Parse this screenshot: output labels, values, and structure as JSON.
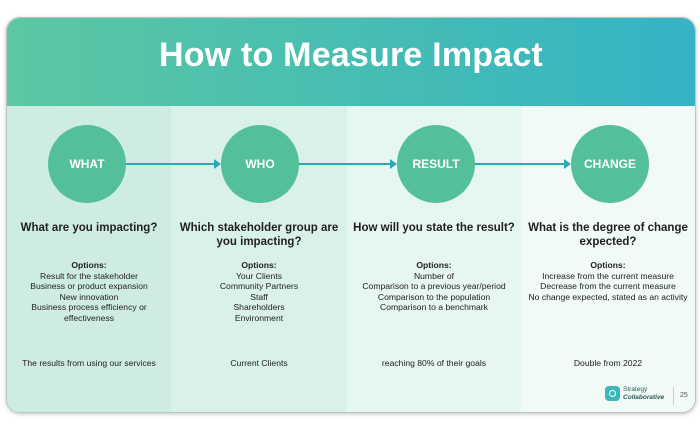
{
  "slide": {
    "title": "How to Measure Impact",
    "page_number": "25",
    "logo": {
      "line1": "Strategy",
      "line2": "Collaborative"
    }
  },
  "columns": [
    {
      "step": "WHAT",
      "question": "What are you impacting?",
      "options_label": "Options:",
      "options": [
        "Result for the stakeholder",
        "Business or product expansion",
        "New innovation",
        "Business process efficiency or effectiveness"
      ],
      "example": "The results from using our services"
    },
    {
      "step": "WHO",
      "question": "Which stakeholder group are you impacting?",
      "options_label": "Options:",
      "options": [
        "Your Clients",
        "Community Partners",
        "Staff",
        "Shareholders",
        "Environment"
      ],
      "example": "Current Clients"
    },
    {
      "step": "RESULT",
      "question": "How will you state the result?",
      "options_label": "Options:",
      "options": [
        "Number of",
        "Comparison to a previous year/period",
        "Comparison to the population",
        "Comparison to a benchmark"
      ],
      "example": "reaching 80% of their goals"
    },
    {
      "step": "CHANGE",
      "question": "What is the degree of change expected?",
      "options_label": "Options:",
      "options": [
        "Increase from the current measure",
        "Decrease from the current measure",
        "No change expected, stated as an activity"
      ],
      "example": "Double from 2022"
    }
  ],
  "colors": {
    "header_start": "#5ec6a3",
    "header_end": "#35b3c5",
    "circle": "#54c09a",
    "arrow": "#2aa9b5"
  }
}
